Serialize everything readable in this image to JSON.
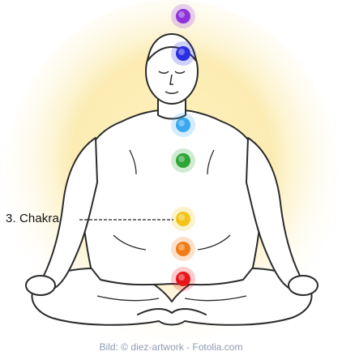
{
  "figure": {
    "callout_label": "3. Chakra",
    "credit": "Bild: © diez-artwork - Fotolia.com",
    "callout_chakra_index": 3,
    "chakras": [
      {
        "number": 1,
        "color": "#e8161b"
      },
      {
        "number": 2,
        "color": "#f37b15"
      },
      {
        "number": 3,
        "color": "#f2c417"
      },
      {
        "number": 4,
        "color": "#2ea535"
      },
      {
        "number": 5,
        "color": "#3aa8ef"
      },
      {
        "number": 6,
        "color": "#2a2fe3"
      },
      {
        "number": 7,
        "color": "#8d33d9"
      }
    ],
    "colors": {
      "aura": "#fbe9a6",
      "outline": "#2b2b2b",
      "leader_line": "#222222",
      "credit_text": "#8f9bb0"
    }
  }
}
